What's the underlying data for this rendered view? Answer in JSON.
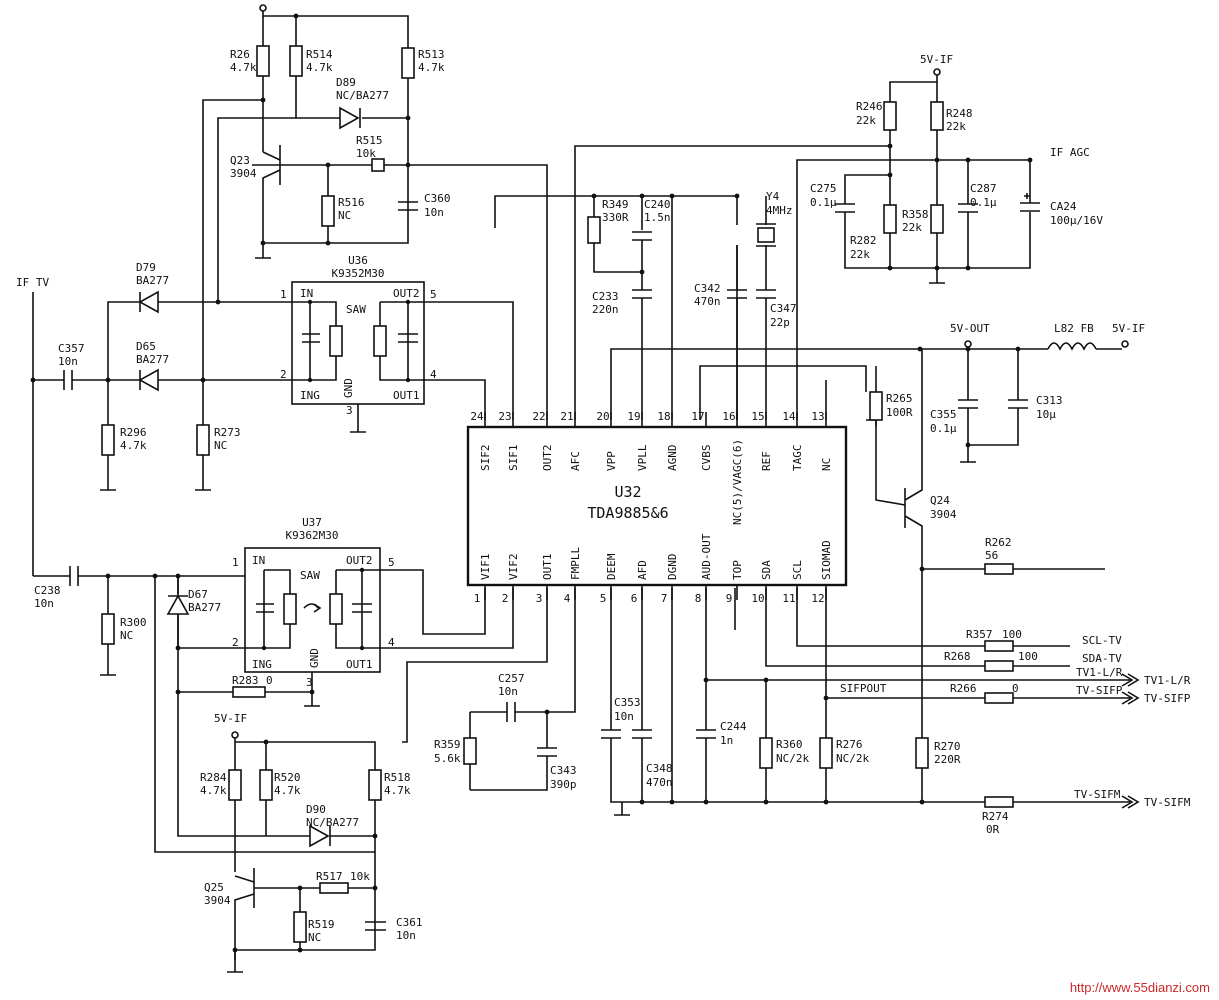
{
  "ic": {
    "ref": "U32",
    "part": "TDA9885&6"
  },
  "top_pins": [
    {
      "num": "24",
      "name": "SIF2"
    },
    {
      "num": "23",
      "name": "SIF1"
    },
    {
      "num": "22",
      "name": "OUT2"
    },
    {
      "num": "21",
      "name": "AFC"
    },
    {
      "num": "20",
      "name": "VPP"
    },
    {
      "num": "19",
      "name": "VPLL"
    },
    {
      "num": "18",
      "name": "AGND"
    },
    {
      "num": "17",
      "name": "CVBS"
    },
    {
      "num": "16",
      "name": "NC(5)/VAGC(6)"
    },
    {
      "num": "15",
      "name": "REF"
    },
    {
      "num": "14",
      "name": "TAGC"
    },
    {
      "num": "13",
      "name": "NC"
    }
  ],
  "bottom_pins": [
    {
      "num": "1",
      "name": "VIF1"
    },
    {
      "num": "2",
      "name": "VIF2"
    },
    {
      "num": "3",
      "name": "OUT1"
    },
    {
      "num": "4",
      "name": "FMPLL"
    },
    {
      "num": "5",
      "name": "DEEM"
    },
    {
      "num": "6",
      "name": "AFD"
    },
    {
      "num": "7",
      "name": "DGND"
    },
    {
      "num": "8",
      "name": "AUD-OUT"
    },
    {
      "num": "9",
      "name": "TOP"
    },
    {
      "num": "10",
      "name": "SDA"
    },
    {
      "num": "11",
      "name": "SCL"
    },
    {
      "num": "12",
      "name": "SIOMAD"
    }
  ],
  "saw_top": {
    "ref": "U36",
    "part": "K9352M30",
    "in": "IN",
    "ing": "ING",
    "out1": "OUT1",
    "out2": "OUT2",
    "saw": "SAW",
    "gnd": "GND",
    "p1": "1",
    "p2": "2",
    "p3": "3",
    "p4": "4",
    "p5": "5"
  },
  "saw_bot": {
    "ref": "U37",
    "part": "K9362M30",
    "in": "IN",
    "ing": "ING",
    "out1": "OUT1",
    "out2": "OUT2",
    "saw": "SAW",
    "gnd": "GND",
    "p1": "1",
    "p2": "2",
    "p3": "3",
    "p4": "4",
    "p5": "5"
  },
  "labels": {
    "if_tv": "IF TV",
    "r26": "R26",
    "r26v": "4.7k",
    "r514": "R514",
    "r514v": "4.7k",
    "r513": "R513",
    "r513v": "4.7k",
    "d89": "D89",
    "d89v": "NC/BA277",
    "r515": "R515",
    "r515v": "10k",
    "q23": "Q23",
    "q23v": "3904",
    "r516": "R516",
    "r516v": "NC",
    "c360": "C360",
    "c360v": "10n",
    "d79": "D79",
    "d79v": "BA277",
    "d65": "D65",
    "d65v": "BA277",
    "c357": "C357",
    "c357v": "10n",
    "r296": "R296",
    "r296v": "4.7k",
    "r273": "R273",
    "r273v": "NC",
    "c238": "C238",
    "c238v": "10n",
    "r300": "R300",
    "r300v": "NC",
    "d67": "D67",
    "d67v": "BA277",
    "r283": "R283",
    "r283v": "0",
    "v5if_bot": "5V-IF",
    "r284": "R284",
    "r284v": "4.7k",
    "r520": "R520",
    "r520v": "4.7k",
    "r518": "R518",
    "r518v": "4.7k",
    "d90": "D90",
    "d90v": "NC/BA277",
    "q25": "Q25",
    "q25v": "3904",
    "r517": "R517",
    "r517v": "10k",
    "r519": "R519",
    "r519v": "NC",
    "c361": "C361",
    "c361v": "10n",
    "r349": "R349",
    "r349v": "330R",
    "c240": "C240",
    "c240v": "1.5n",
    "y4": "Y4",
    "y4v": "4MHz",
    "c233": "C233",
    "c233v": "220n",
    "c342": "C342",
    "c342v": "470n",
    "c347": "C347",
    "c347v": "22p",
    "v5if_top": "5V-IF",
    "r246": "R246",
    "r246v": "22k",
    "r248": "R248",
    "r248v": "22k",
    "if_agc": "IF AGC",
    "c275": "C275",
    "c275v": "0.1μ",
    "r358": "R358",
    "r358v": "22k",
    "c287": "C287",
    "c287v": "0.1μ",
    "ca24": "CA24",
    "ca24v": "100μ/16V",
    "r282": "R282",
    "r282v": "22k",
    "v5out": "5V-OUT",
    "l82": "L82 FB",
    "v5if_r": "5V-IF",
    "c355": "C355",
    "c355v": "0.1μ",
    "c313": "C313",
    "c313v": "10μ",
    "r265": "R265",
    "r265v": "100R",
    "q24": "Q24",
    "q24v": "3904",
    "r262": "R262",
    "r262v": "56",
    "c257": "C257",
    "c257v": "10n",
    "r359": "R359",
    "r359v": "5.6k",
    "c343": "C343",
    "c343v": "390p",
    "c353": "C353",
    "c353v": "10n",
    "c348": "C348",
    "c348v": "470n",
    "c244": "C244",
    "c244v": "1n",
    "r360": "R360",
    "r360v": "NC/2k",
    "r276": "R276",
    "r276v": "NC/2k",
    "r270": "R270",
    "r270v": "220R",
    "r357": "R357",
    "r357v": "100",
    "r268": "R268",
    "r268v": "100",
    "r266": "R266",
    "r266v": "0",
    "sifpout": "SIFPOUT",
    "r274": "R274",
    "r274v": "0R",
    "net_scl": "SCL-TV",
    "net_sda": "SDA-TV",
    "net_tv1": "TV1-L/R",
    "net_sifp": "TV-SIFP",
    "net_sifm": "TV-SIFM",
    "out_tv1": "TV1-L/R",
    "out_sifp": "TV-SIFP",
    "out_sifm": "TV-SIFM",
    "watermark": "http://www.55dianzi.com"
  },
  "colors": {
    "ink": "#111111",
    "watermark": "#cc2a2a"
  }
}
